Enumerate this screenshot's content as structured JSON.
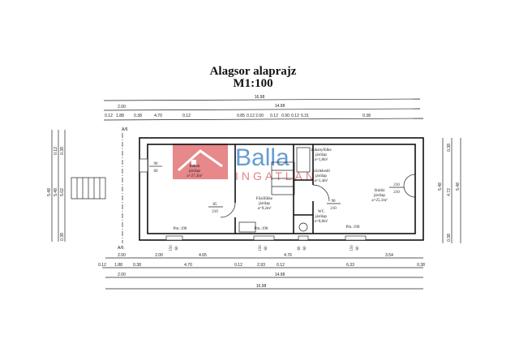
{
  "title": "Alagsor alaprajz",
  "scale": "M1:100",
  "section_marks": [
    "A/6",
    "A/6"
  ],
  "top_dims": {
    "overall": "16.98",
    "row2": [
      "2.00",
      "14.98"
    ],
    "row3": [
      "0.12",
      "1.88",
      "0.38",
      "4.70",
      "0.12",
      "0.85",
      "0.12",
      "2.00",
      "0.12",
      "0.90",
      "0.12",
      "5.31",
      "0.38"
    ]
  },
  "bottom_dims": {
    "row1": [
      "2.00",
      "2.00",
      "4.65",
      "4.76",
      "3.54"
    ],
    "row2": [
      "0.12",
      "1.88",
      "0.38",
      "4.70",
      "0.12",
      "2.93",
      "0.12",
      "6.33",
      "0.38"
    ],
    "row3": [
      "2.00",
      "14.98"
    ],
    "overall": "16.98"
  },
  "left_dims": [
    "5.48",
    "5.48",
    "5.02",
    "0.38",
    "0.38",
    "0.12"
  ],
  "right_dims": [
    "5.48",
    "4.72",
    "5.48",
    "0.38",
    "0.38"
  ],
  "openings": {
    "window_left": [
      "90",
      "60"
    ],
    "door_raktar": [
      "85",
      "210"
    ],
    "door_wc": [
      "90",
      "210"
    ],
    "door_studio": [
      "210",
      "210"
    ],
    "bottom_windows": [
      [
        "150",
        "60"
      ],
      [
        "150",
        "60"
      ],
      [
        "60",
        "60"
      ],
      [
        "150",
        "60"
      ]
    ]
  },
  "rooms": [
    {
      "name": "Raktár",
      "floor": "járólap",
      "area": "a=27,3m²"
    },
    {
      "name": "Főzőfülke",
      "floor": "járólap",
      "area": "a=9,2m²"
    },
    {
      "name": "Zuhanyfülke",
      "floor": "járólap",
      "area": "a=1,8m²"
    },
    {
      "name": "Közlekedő",
      "floor": "járólap",
      "area": "a=1,4m²"
    },
    {
      "name": "WC",
      "floor": "járólap",
      "area": "a=0,8m²"
    },
    {
      "name": "Stúdió",
      "floor": "járólap",
      "area": "a=25,1m²"
    }
  ],
  "parapets": [
    "Pm.:190",
    "Pm.:190",
    "Pm.:190"
  ],
  "watermark": {
    "brand": "Balla",
    "sub": "INGATLAN",
    "red": "#d9464a",
    "blue": "#1f6fc0"
  }
}
